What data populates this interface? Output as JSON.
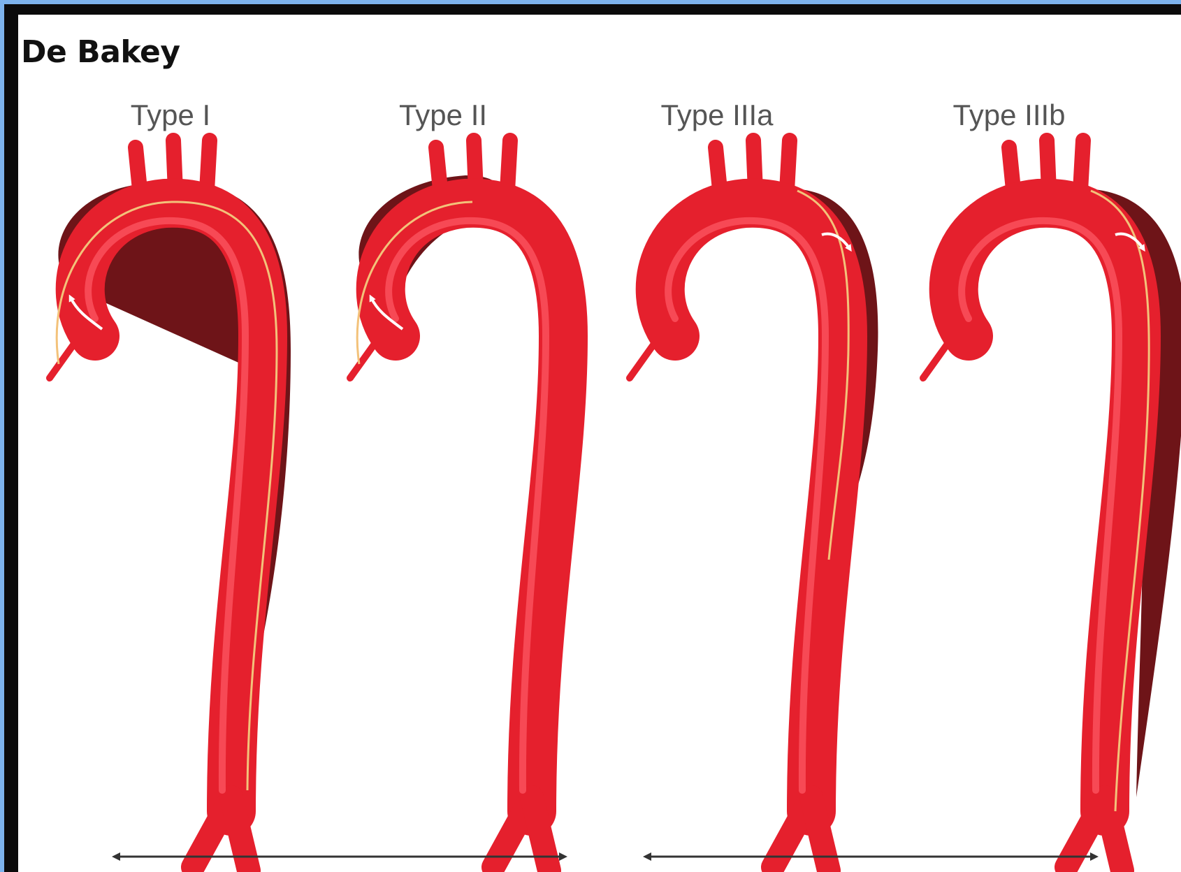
{
  "diagram": {
    "title": "De Bakey",
    "types": [
      {
        "label": "Type I"
      },
      {
        "label": "Type II"
      },
      {
        "label": "Type IIIa"
      },
      {
        "label": "Type IIIb"
      }
    ]
  },
  "colors": {
    "aorta": "#e5202d",
    "aorta_highlight": "#ff5561",
    "false_lumen": "#6e1418",
    "intimal_flap": "#f3c27a",
    "arrow": "#333333",
    "frame_outer": "#7db3ec",
    "frame_inner": "#0b0b0b"
  }
}
